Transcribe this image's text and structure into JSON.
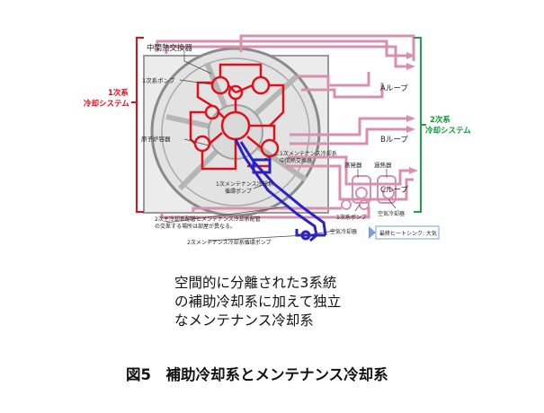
{
  "labels": {
    "intermediate_hx": "中間熱交換器",
    "primary_pump": "1次系ポンプ",
    "reactor_vessel": "原子炉容器",
    "primary_system_line1": "1次系",
    "primary_system_line2": "冷却システム",
    "secondary_system_line1": "2次系",
    "secondary_system_line2": "冷却システム",
    "loop_a": "Aループ",
    "loop_b": "Bループ",
    "loop_c": "Cループ",
    "primary_maint_hx_line1": "1次メンテナンス冷却系",
    "primary_maint_hx_line2": "中間熱交換器",
    "primary_maint_pump_line1": "1次メンテナンス冷却系",
    "primary_maint_pump_line2": "循環ポンプ",
    "evaporator": "蒸発器",
    "superheater": "過熱器",
    "secondary_pump": "1次系ポンプ",
    "air_cooler": "空気冷却器",
    "crossing_note_line1": "2次主冷却系配管とメンテナンス冷却系配管",
    "crossing_note_line2": "の交差する場所は部屋が異なる。",
    "secondary_maint_pump": "2次メンテナンス冷却系循環ポンプ",
    "maint_air_cooler": "空気冷却器",
    "heat_sink": "最終ヒートシンク: 大気"
  },
  "caption_lines": [
    "空間的に分離された3系統",
    "の補助冷却系に加えて独立",
    "なメンテナンス冷却系"
  ],
  "figure_title": "図5　補助冷却系とメンテナンス冷却系",
  "colors": {
    "primary_loop": "#e0101a",
    "secondary_loop": "#d98fb0",
    "maintenance_loop": "#2a22c8",
    "secondary_bracket": "#1aa34a",
    "heat_sink_arrow": "#7aa0d8"
  }
}
